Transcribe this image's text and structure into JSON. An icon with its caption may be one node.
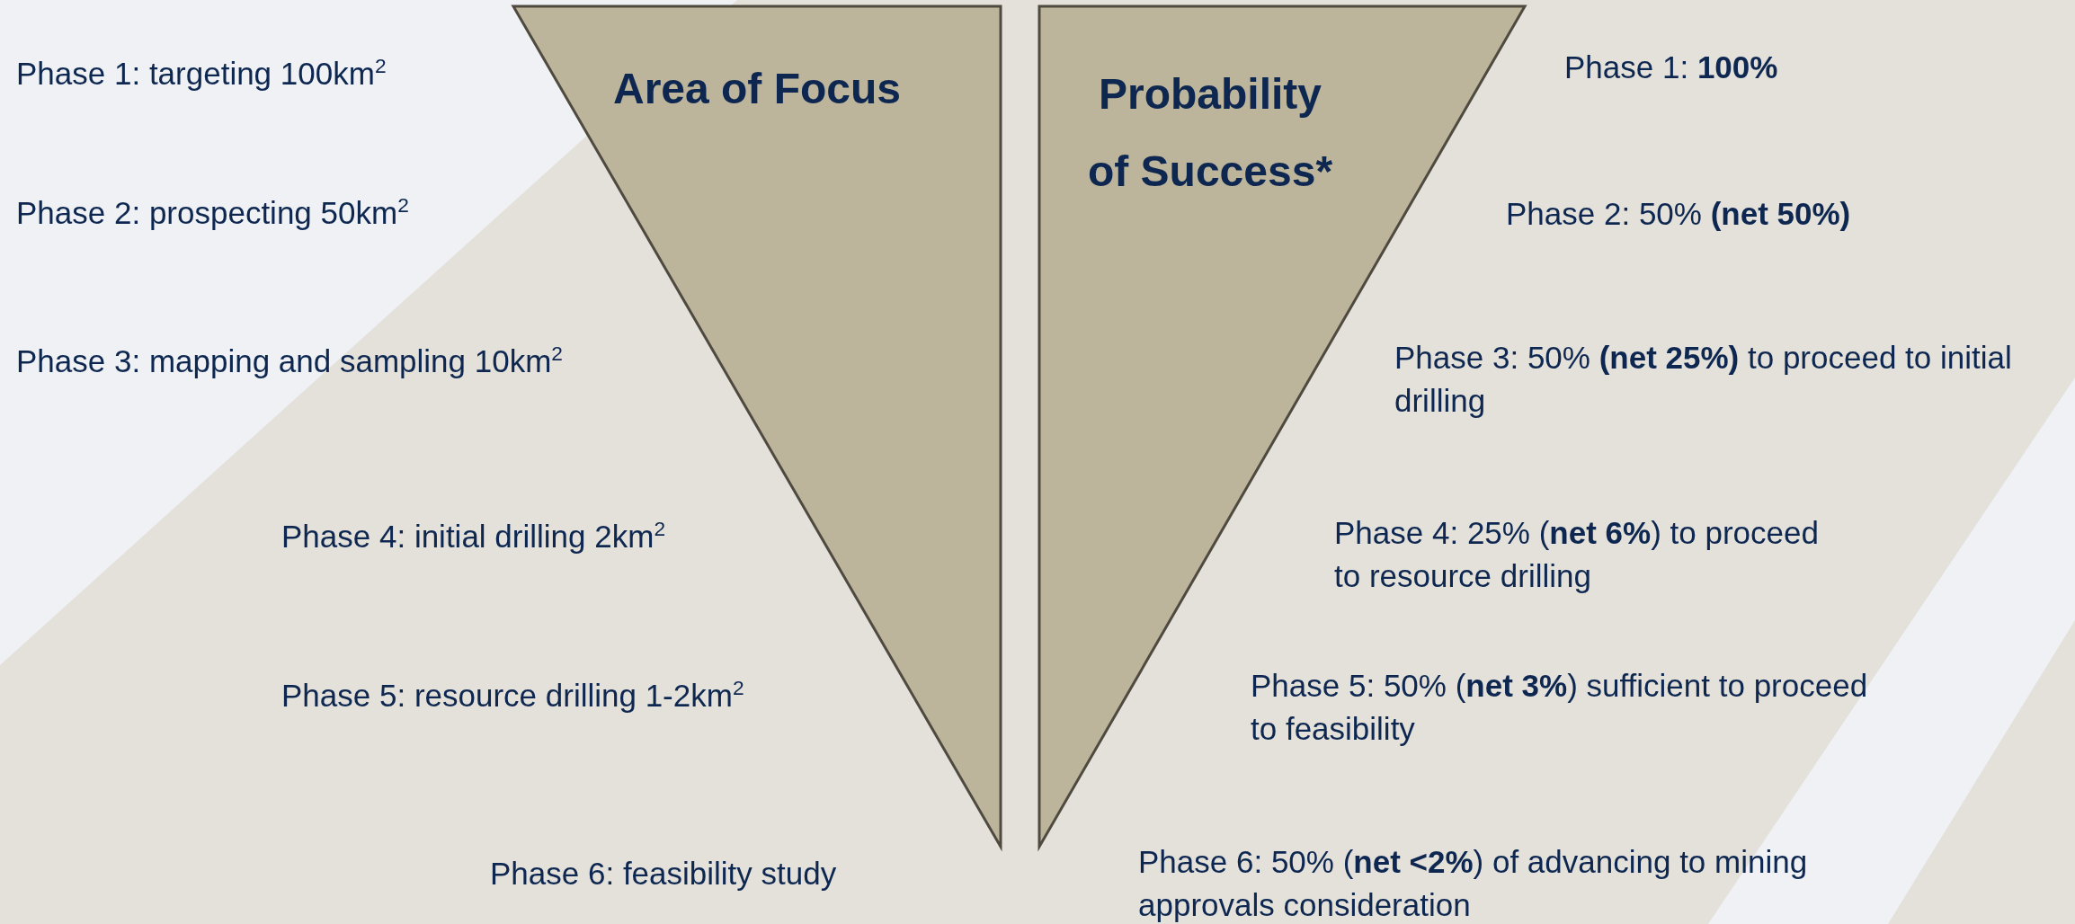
{
  "diagram": {
    "nodes": [
      {
        "text": [
          "Area of Focus"
        ]
      },
      {
        "text": [
          "Probability of Success*"
        ]
      }
    ],
    "labels": [
      "Phase 1: targeting 100km$^{2}$",
      "Phase 2: prospecting 50km$^{2}$",
      "Phase 3: mapping and sampling 10km$^{2}$",
      "Phase 4: initial drilling 2km$^{2}$",
      "Phase 5: resource drilling 1-2km$^{2}$",
      "Phase 6: feasibility study",
      "Phase 1: **100%**",
      "Phase 2: 50% **(net 50%)**",
      "Phase 3: 50% **(net 25%)** to proceed to initial drilling",
      "Phase 4: 25% (**net 6%**) to proceed to resource drilling",
      "Phase 5: 50% (**net 3%**) sufficient to proceed to feasibility",
      "Phase 6: 50% (**net <2%**) of advancing to mining approvals consideration"
    ]
  }
}
